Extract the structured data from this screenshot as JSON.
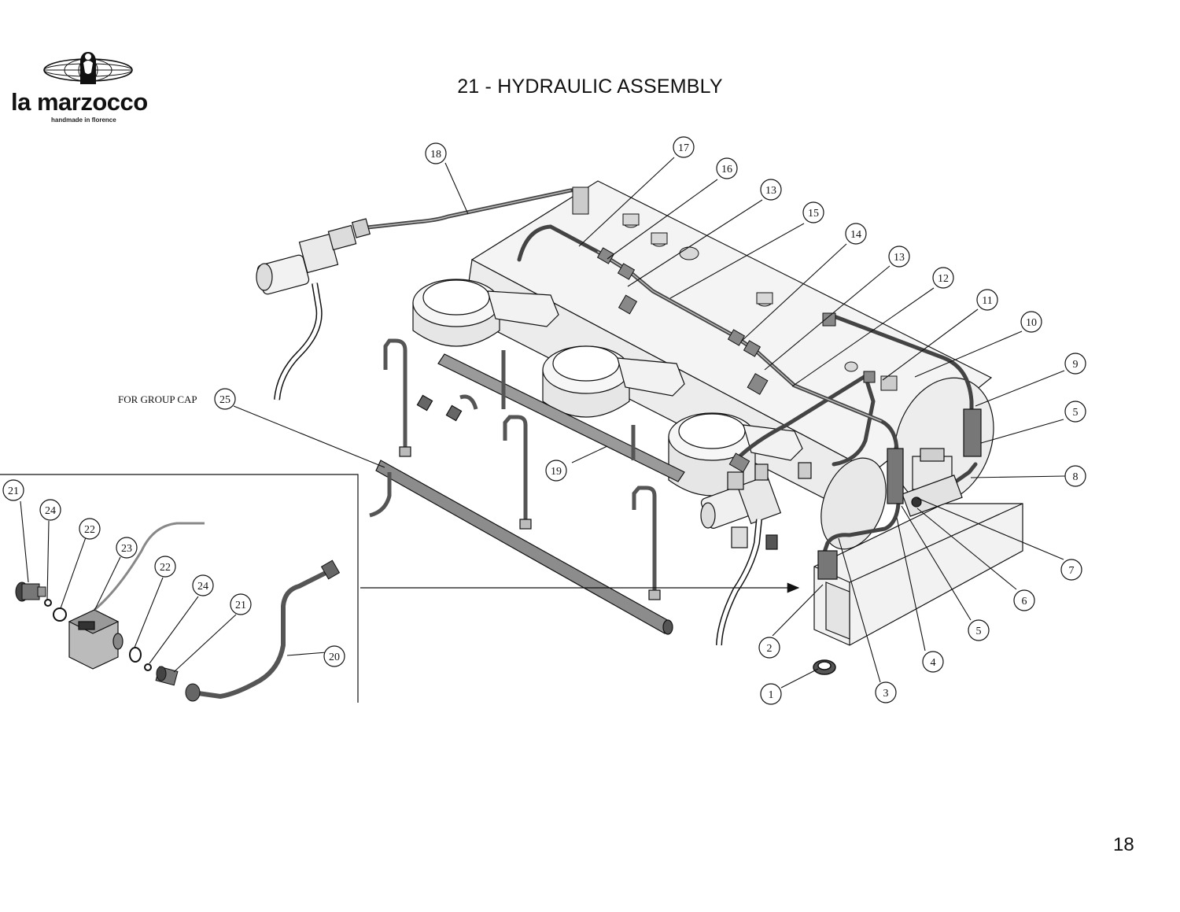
{
  "brand": {
    "wordmark": "la marzocco",
    "tagline": "handmade in florence"
  },
  "title": "21 - HYDRAULIC ASSEMBLY",
  "page_number": "18",
  "note_group_cap": "FOR GROUP CAP",
  "callouts": [
    {
      "id": "c18",
      "label": "18"
    },
    {
      "id": "c17",
      "label": "17"
    },
    {
      "id": "c16",
      "label": "16"
    },
    {
      "id": "c13a",
      "label": "13"
    },
    {
      "id": "c15",
      "label": "15"
    },
    {
      "id": "c14",
      "label": "14"
    },
    {
      "id": "c13b",
      "label": "13"
    },
    {
      "id": "c12",
      "label": "12"
    },
    {
      "id": "c11",
      "label": "11"
    },
    {
      "id": "c10",
      "label": "10"
    },
    {
      "id": "c9",
      "label": "9"
    },
    {
      "id": "c5a",
      "label": "5"
    },
    {
      "id": "c8",
      "label": "8"
    },
    {
      "id": "c7",
      "label": "7"
    },
    {
      "id": "c6",
      "label": "6"
    },
    {
      "id": "c5b",
      "label": "5"
    },
    {
      "id": "c4",
      "label": "4"
    },
    {
      "id": "c3",
      "label": "3"
    },
    {
      "id": "c2",
      "label": "2"
    },
    {
      "id": "c1",
      "label": "1"
    },
    {
      "id": "c19",
      "label": "19"
    },
    {
      "id": "c25",
      "label": "25"
    },
    {
      "id": "c21a",
      "label": "21"
    },
    {
      "id": "c24a",
      "label": "24"
    },
    {
      "id": "c22a",
      "label": "22"
    },
    {
      "id": "c23",
      "label": "23"
    },
    {
      "id": "c22b",
      "label": "22"
    },
    {
      "id": "c24b",
      "label": "24"
    },
    {
      "id": "c21b",
      "label": "21"
    },
    {
      "id": "c20",
      "label": "20"
    }
  ],
  "colors": {
    "line": "#111111",
    "pipe": "#555555",
    "body_fill": "#f2f2f2",
    "shade": "#cfcfcf"
  }
}
